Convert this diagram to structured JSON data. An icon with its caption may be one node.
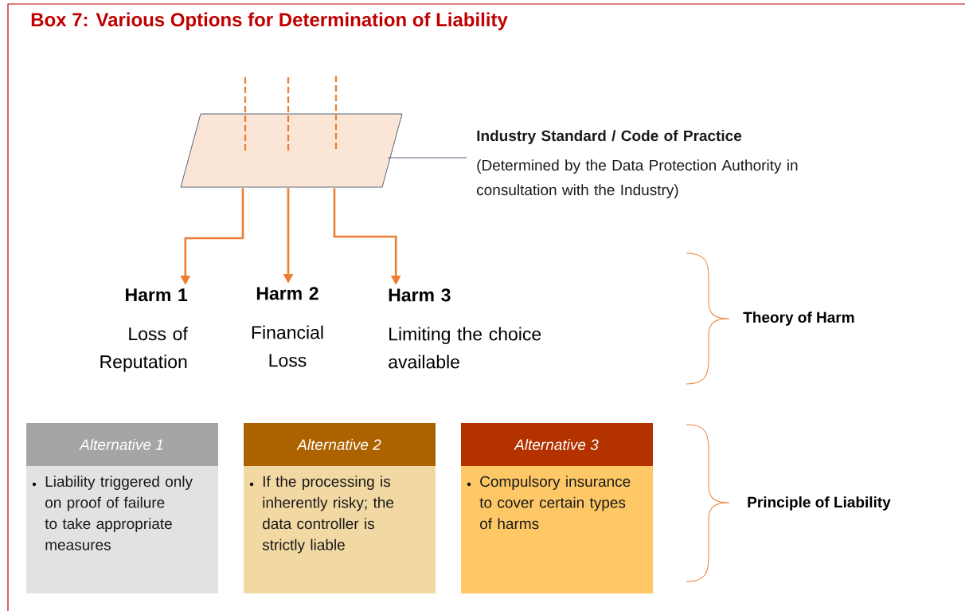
{
  "diagram": {
    "title": "Box 7: Various Options for Determination of Liability",
    "nodes": [
      {
        "text": [],
        "shape": "parallelogram"
      },
      {
        "text": [
          "Industry Standard / Code of Practice",
          "(Determined by the Data Protection Authority in consultation with the Industry)"
        ]
      },
      {
        "text": [
          "Harm 1",
          "Loss of Reputation"
        ]
      },
      {
        "text": [
          "Harm 2",
          "Financial Loss"
        ]
      },
      {
        "text": [
          "Harm 3",
          "Limiting the choice available"
        ]
      },
      {
        "text": [
          "Alternative 1",
          "Liability triggered only on proof of failure to take appropriate measures"
        ]
      },
      {
        "text": [
          "Alternative 2",
          "If the processing is inherently risky; the data controller is strictly liable"
        ]
      },
      {
        "text": [
          "Alternative 3",
          "Compulsory insurance to cover certain types of harms"
        ]
      }
    ],
    "edges": [
      {
        "from": 0,
        "to": 1,
        "arrow": "none",
        "color": "#44546a"
      },
      {
        "from": 0,
        "to": 2,
        "arrow": "to"
      },
      {
        "from": 0,
        "to": 3,
        "arrow": "to"
      },
      {
        "from": 0,
        "to": 4,
        "arrow": "to"
      }
    ],
    "labels": [
      "Theory of Harm",
      "Principle of Liability"
    ]
  }
}
